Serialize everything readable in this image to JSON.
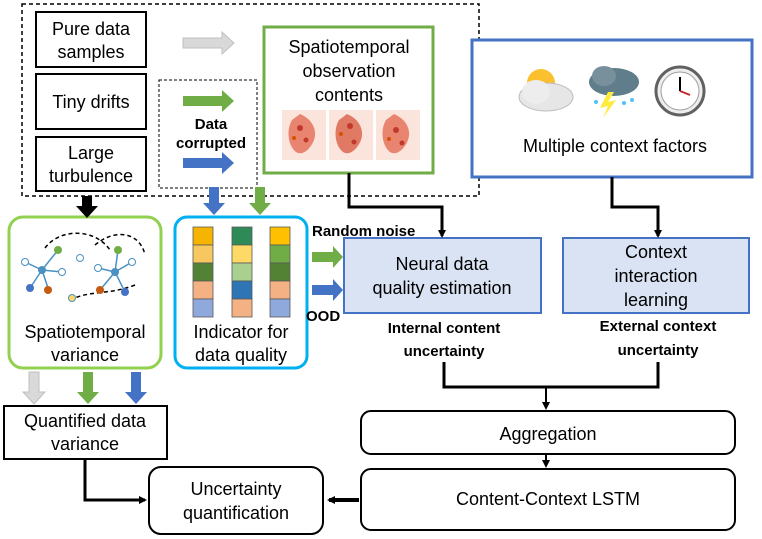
{
  "inputs": {
    "pure": [
      "Pure data",
      "samples"
    ],
    "tiny": [
      "Tiny drifts"
    ],
    "large": [
      "Large",
      "turbulence"
    ]
  },
  "data_corrupted": [
    "Data",
    "corrupted"
  ],
  "spatiotemporal_obs": [
    "Spatiotemporal",
    "observation",
    "contents"
  ],
  "context_factors": "Multiple context factors",
  "context_icons": [
    "partly-cloudy-icon",
    "thunderstorm-icon",
    "clock-icon"
  ],
  "spatiotemporal_variance": [
    "Spatiotemporal",
    "variance"
  ],
  "indicator": [
    "Indicator for",
    "data quality"
  ],
  "random_noise": "Random noise",
  "ood": "OOD",
  "neural": [
    "Neural data",
    "quality estimation"
  ],
  "context_interaction": [
    "Context",
    "interaction",
    "learning"
  ],
  "internal_uncertainty": [
    "Internal content",
    "uncertainty"
  ],
  "external_uncertainty": [
    "External context",
    "uncertainty"
  ],
  "quantified": [
    "Quantified data",
    "variance"
  ],
  "aggregation": "Aggregation",
  "uncertainty_q": [
    "Uncertainty",
    "quantification"
  ],
  "lstm": "Content-Context LSTM",
  "colors": {
    "green": "#70ad47",
    "blue": "#4472c4",
    "gray": "#bfbfbf",
    "cyan_border": "#00b0f0",
    "box_fill": "#dae3f3",
    "box_border": "#4472c4",
    "context_border": "#4472c4"
  },
  "indicator_columns": [
    [
      "#f4b400",
      "#f6c85f",
      "#548235",
      "#f4b183",
      "#8fa9dc"
    ],
    [
      "#2e8b57",
      "#ffd966",
      "#a9d08e",
      "#2e75b6",
      "#f4b183"
    ],
    [
      "#ffc000",
      "#70ad47",
      "#548235",
      "#f4b183",
      "#8fa9dc"
    ]
  ]
}
